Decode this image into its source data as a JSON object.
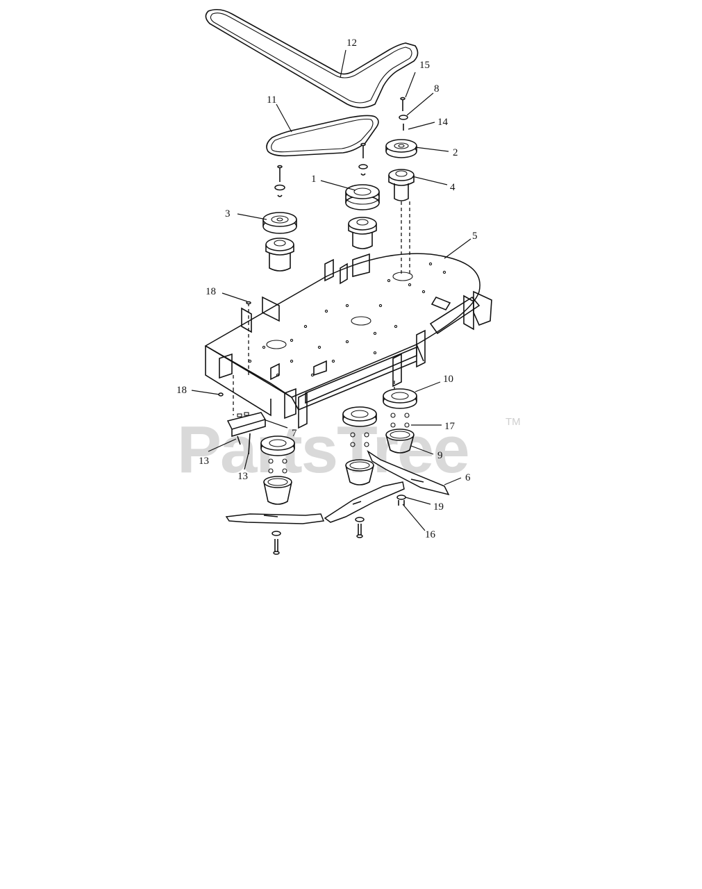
{
  "watermark": {
    "text": "PartsTree",
    "trademark": "TM"
  },
  "callouts": [
    "1",
    "2",
    "3",
    "4",
    "5",
    "6",
    "7",
    "8",
    "9",
    "10",
    "11",
    "12",
    "13",
    "13",
    "14",
    "15",
    "16",
    "17",
    "18",
    "18",
    "19"
  ]
}
